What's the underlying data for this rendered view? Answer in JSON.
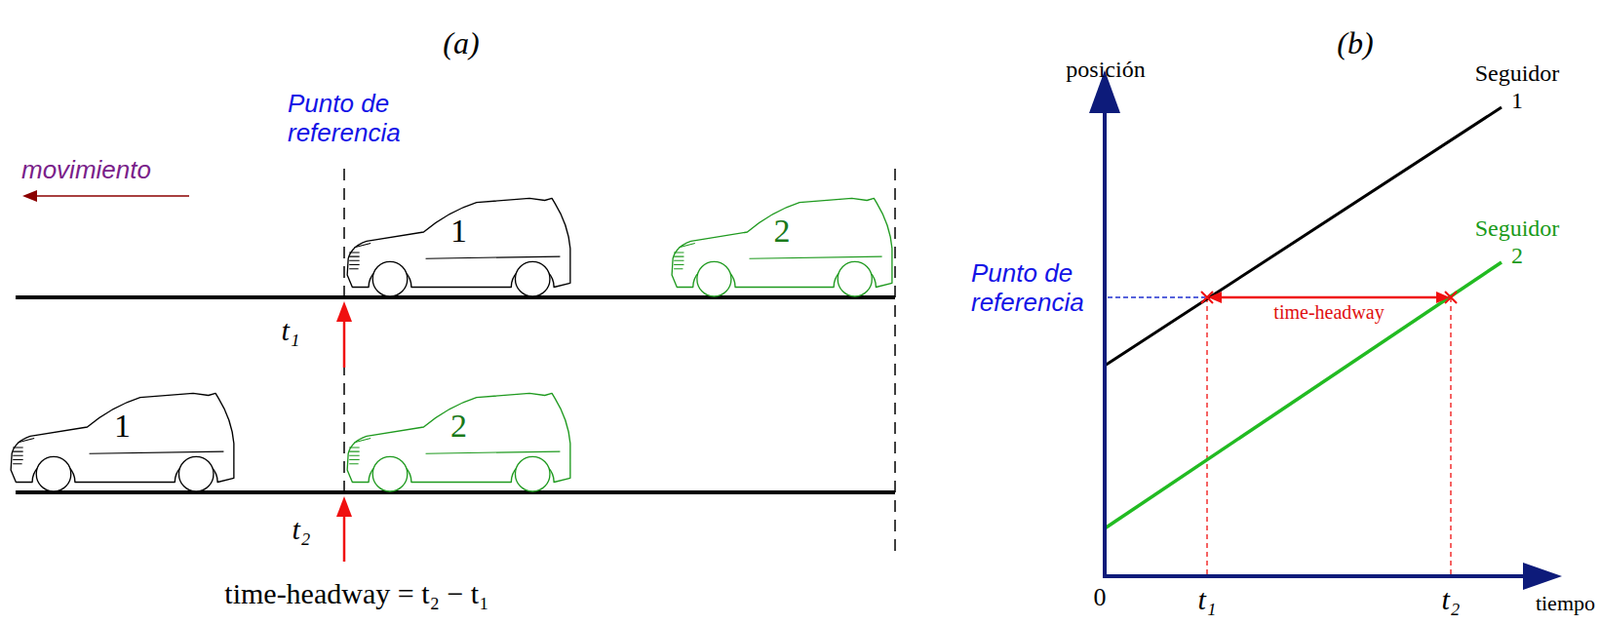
{
  "diagram": {
    "nodes": [
      {
        "text": [
          "1"
        ]
      },
      {
        "text": [
          "2"
        ]
      },
      {
        "text": [
          "1"
        ]
      },
      {
        "text": [
          "2"
        ]
      }
    ],
    "labels": [
      "(a)",
      "(b)",
      "Punto de referencia",
      "movimiento",
      "posición",
      "Seguidor 1",
      "Seguidor 2",
      "Punto de referencia",
      "time-headway",
      "t₁",
      "t₂",
      "time-headway = t₂ − t₁",
      "0",
      "t₁",
      "t₂",
      "tiempo"
    ]
  }
}
